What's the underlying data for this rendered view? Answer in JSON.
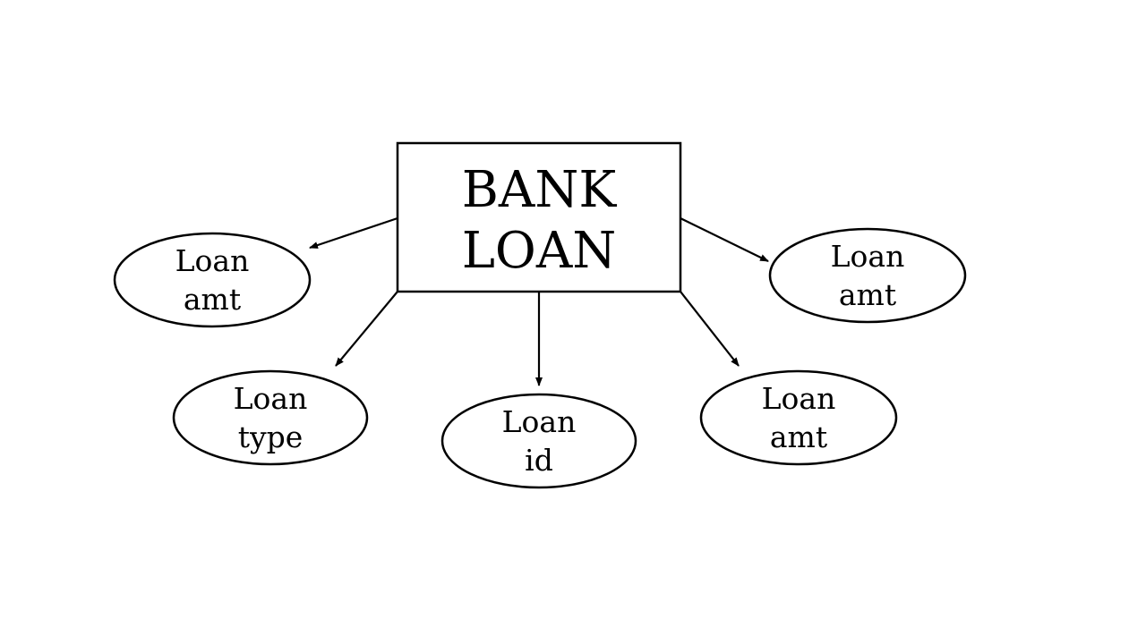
{
  "entity": {
    "lines": [
      "BANK",
      "LOAN"
    ]
  },
  "attributes": [
    {
      "id": "attr-left-top",
      "lines": [
        "Loan",
        "amt"
      ]
    },
    {
      "id": "attr-right-top",
      "lines": [
        "Loan",
        "amt"
      ]
    },
    {
      "id": "attr-bottom-left",
      "lines": [
        "Loan",
        "type"
      ]
    },
    {
      "id": "attr-bottom-center",
      "lines": [
        "Loan",
        "id"
      ]
    },
    {
      "id": "attr-bottom-right",
      "lines": [
        "Loan",
        "amt"
      ]
    }
  ]
}
